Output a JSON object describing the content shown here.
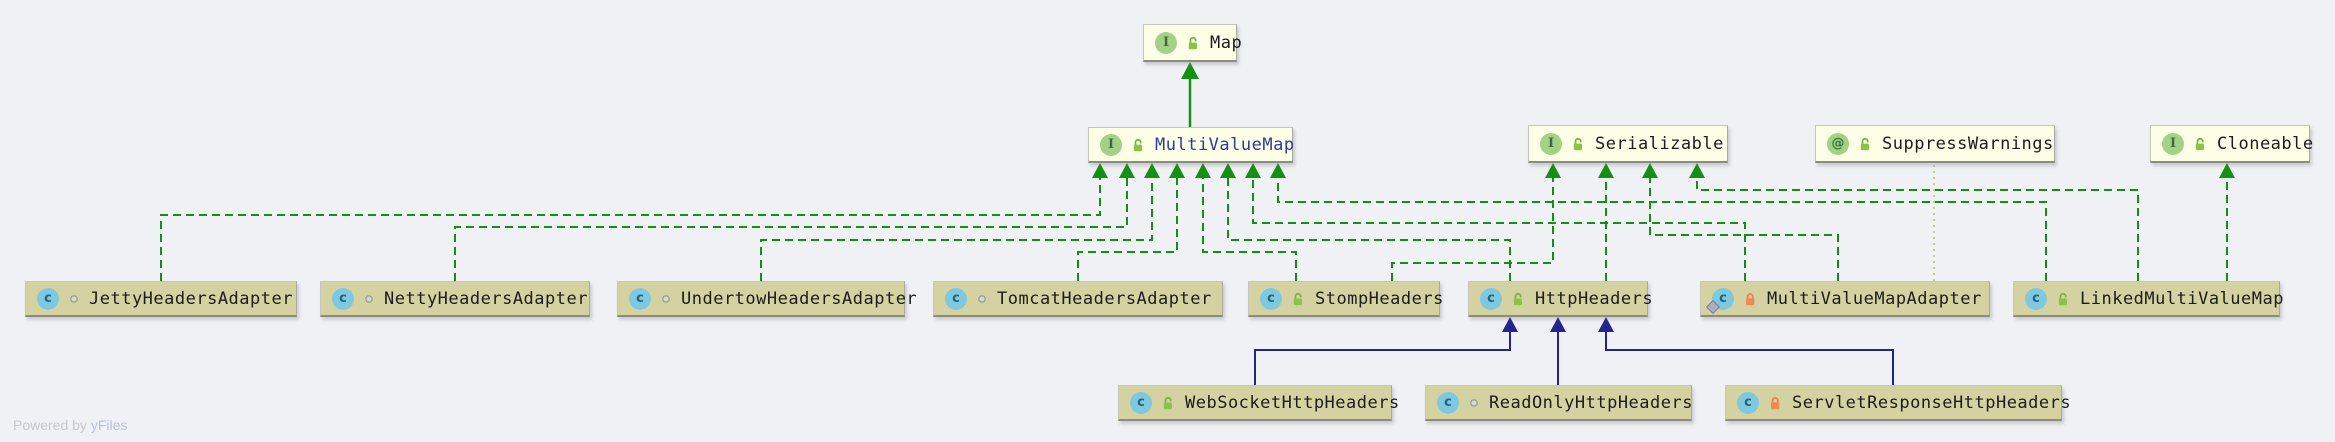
{
  "diagram": {
    "nodes": [
      {
        "id": "map",
        "label": "Map",
        "kind": "interface",
        "visibility": "public"
      },
      {
        "id": "multivaluemap",
        "label": "MultiValueMap",
        "kind": "interface",
        "visibility": "public",
        "highlighted": true
      },
      {
        "id": "serializable",
        "label": "Serializable",
        "kind": "interface",
        "visibility": "public"
      },
      {
        "id": "suppresswarnings",
        "label": "SuppressWarnings",
        "kind": "annotation",
        "visibility": "public"
      },
      {
        "id": "cloneable",
        "label": "Cloneable",
        "kind": "interface",
        "visibility": "public"
      },
      {
        "id": "jetty",
        "label": "JettyHeadersAdapter",
        "kind": "class",
        "visibility": "package"
      },
      {
        "id": "netty",
        "label": "NettyHeadersAdapter",
        "kind": "class",
        "visibility": "package"
      },
      {
        "id": "undertow",
        "label": "UndertowHeadersAdapter",
        "kind": "class",
        "visibility": "package"
      },
      {
        "id": "tomcat",
        "label": "TomcatHeadersAdapter",
        "kind": "class",
        "visibility": "package"
      },
      {
        "id": "stomp",
        "label": "StompHeaders",
        "kind": "class",
        "visibility": "public"
      },
      {
        "id": "httpheaders",
        "label": "HttpHeaders",
        "kind": "class",
        "visibility": "public"
      },
      {
        "id": "mvmadapter",
        "label": "MultiValueMapAdapter",
        "kind": "class",
        "visibility": "locked",
        "final": true
      },
      {
        "id": "linkedmvm",
        "label": "LinkedMultiValueMap",
        "kind": "class",
        "visibility": "public"
      },
      {
        "id": "websocket",
        "label": "WebSocketHttpHeaders",
        "kind": "class",
        "visibility": "public"
      },
      {
        "id": "readonly",
        "label": "ReadOnlyHttpHeaders",
        "kind": "class",
        "visibility": "package"
      },
      {
        "id": "servlet",
        "label": "ServletResponseHttpHeaders",
        "kind": "class",
        "visibility": "locked"
      }
    ],
    "edges": [
      {
        "from": "multivaluemap",
        "to": "map",
        "type": "extends-interface"
      },
      {
        "from": "jetty",
        "to": "multivaluemap",
        "type": "implements"
      },
      {
        "from": "netty",
        "to": "multivaluemap",
        "type": "implements"
      },
      {
        "from": "undertow",
        "to": "multivaluemap",
        "type": "implements"
      },
      {
        "from": "tomcat",
        "to": "multivaluemap",
        "type": "implements"
      },
      {
        "from": "stomp",
        "to": "multivaluemap",
        "type": "implements"
      },
      {
        "from": "httpheaders",
        "to": "multivaluemap",
        "type": "implements"
      },
      {
        "from": "mvmadapter",
        "to": "multivaluemap",
        "type": "implements"
      },
      {
        "from": "linkedmvm",
        "to": "multivaluemap",
        "type": "implements"
      },
      {
        "from": "stomp",
        "to": "serializable",
        "type": "implements"
      },
      {
        "from": "httpheaders",
        "to": "serializable",
        "type": "implements"
      },
      {
        "from": "mvmadapter",
        "to": "serializable",
        "type": "implements"
      },
      {
        "from": "linkedmvm",
        "to": "serializable",
        "type": "implements"
      },
      {
        "from": "linkedmvm",
        "to": "cloneable",
        "type": "implements"
      },
      {
        "from": "mvmadapter",
        "to": "suppresswarnings",
        "type": "annotation"
      },
      {
        "from": "websocket",
        "to": "httpheaders",
        "type": "extends"
      },
      {
        "from": "readonly",
        "to": "httpheaders",
        "type": "extends"
      },
      {
        "from": "servlet",
        "to": "httpheaders",
        "type": "extends"
      }
    ],
    "colors": {
      "implements_green": "#149114",
      "extends_navy": "#24248f",
      "annotation_dotted": "#c6ca83",
      "class_fill": "#d5d2a2",
      "interface_fill": "#fcfee5",
      "highlight_text": "#2b3c9e",
      "background": "#eff1f5"
    }
  },
  "watermark": {
    "prefix": "Powered by ",
    "brand": "yFiles"
  }
}
